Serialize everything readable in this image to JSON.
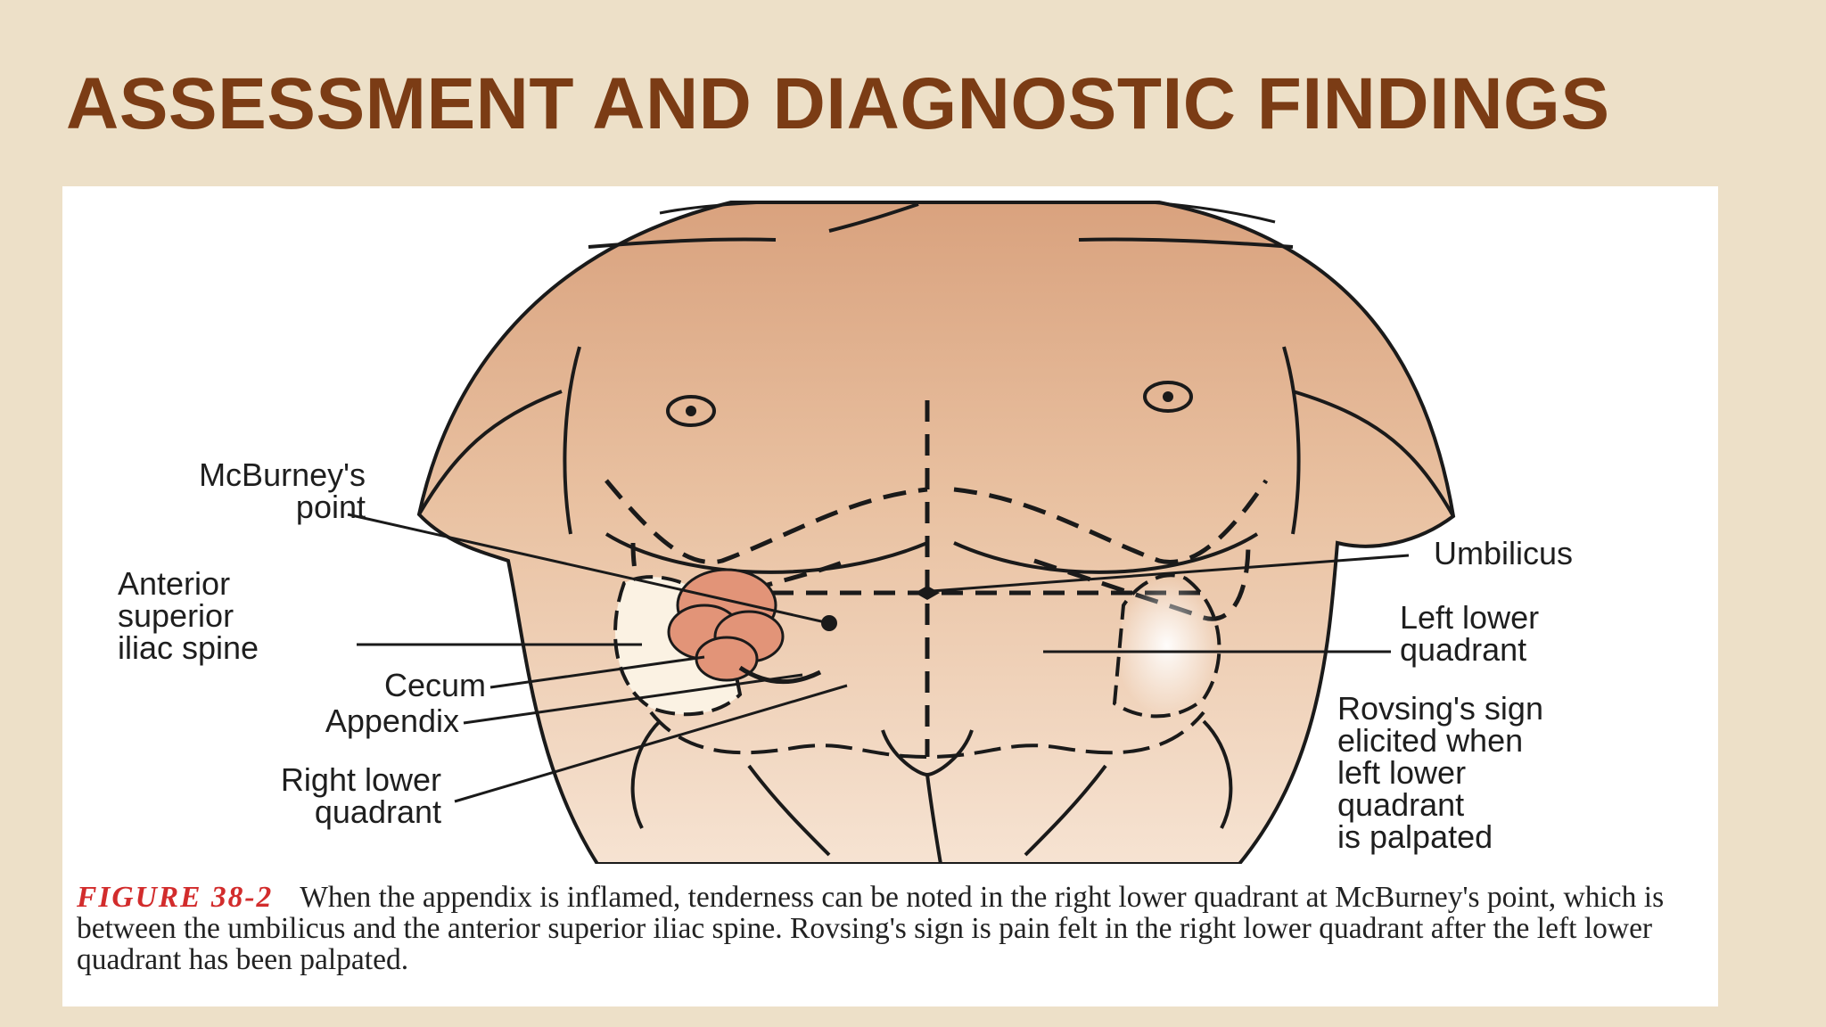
{
  "slide": {
    "title": "ASSESSMENT AND DIAGNOSTIC FINDINGS"
  },
  "figure": {
    "labels": {
      "mcburney": "McBurney's\npoint",
      "asis": "Anterior\nsuperior\niliac spine",
      "cecum": "Cecum",
      "appendix": "Appendix",
      "rlq": "Right lower\nquadrant",
      "umbilicus": "Umbilicus",
      "llq": "Left lower\nquadrant",
      "rovsing": "Rovsing's sign\nelicited when\nleft lower\nquadrant\nis palpated"
    },
    "caption": {
      "number": "FIGURE 38-2",
      "text": "When the appendix is inflamed, tenderness can be noted in the right lower quadrant at McBurney's point, which is between the umbilicus and the anterior superior iliac spine. Rovsing's sign is pain felt in the right lower quadrant after the left lower quadrant has been palpated."
    },
    "colors": {
      "skin_top": "#d9a27e",
      "skin_mid": "#e9c1a1",
      "skin_bottom": "#f6e3d2",
      "cecum": "#e29478",
      "bone": "#fbf2e3",
      "ink": "#1a1a1a"
    }
  }
}
